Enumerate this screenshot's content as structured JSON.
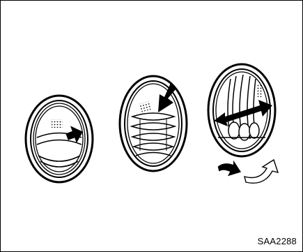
{
  "figure": {
    "code": "SAA2288",
    "panels": [
      {
        "id": "vent-1",
        "icon": "vent-open-close-icon"
      },
      {
        "id": "vent-2",
        "icon": "vent-push-icon"
      },
      {
        "id": "vent-3",
        "icon": "vent-adjust-direction-icon"
      }
    ]
  }
}
